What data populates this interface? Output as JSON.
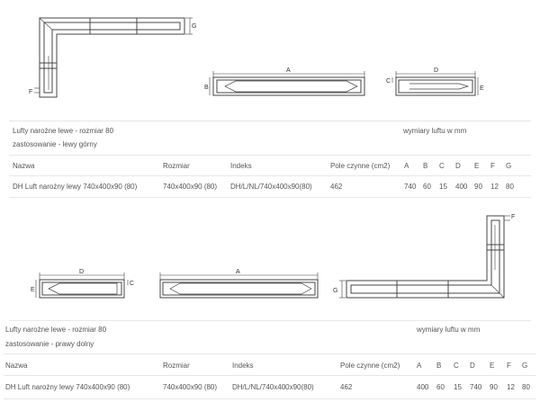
{
  "section1": {
    "title": "Lufty narożne lewe - rozmiar 80",
    "usage": "zastosowanie - lewy górny",
    "dims_caption": "wymiary luftu w mm",
    "headers": [
      "Nazwa",
      "Rozmiar",
      "Indeks",
      "Pole czynne (cm2)",
      "A",
      "B",
      "C",
      "D",
      "E",
      "F",
      "G"
    ],
    "row": [
      "DH Luft narożny lewy 740x400x90 (80)",
      "740x400x90 (80)",
      "DH/L/NL/740x400x90(80)",
      "462",
      "740",
      "60",
      "15",
      "400",
      "90",
      "12",
      "80"
    ]
  },
  "section2": {
    "title": "Lufty narożne lewe - rozmiar 80",
    "usage": "zastosowanie - prawy dolny",
    "dims_caption": "wymiary luftu w mm",
    "headers": [
      "Nazwa",
      "Rozmiar",
      "Indeks",
      "Pole czynne (cm2)",
      "A",
      "B",
      "C",
      "D",
      "E",
      "F",
      "G"
    ],
    "row": [
      "DH Luft narożny lewy 740x400x90 (80)",
      "740x400x90 (80)",
      "DH/L/NL/740x400x90(80)",
      "462",
      "400",
      "60",
      "15",
      "740",
      "90",
      "12",
      "80"
    ]
  },
  "drawing_labels": {
    "a": "A",
    "b": "B",
    "c": "C",
    "d": "D",
    "e": "E",
    "f": "F",
    "g": "G"
  }
}
